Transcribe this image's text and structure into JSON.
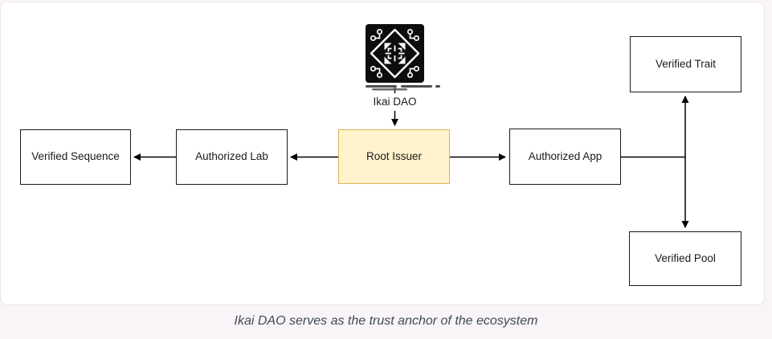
{
  "page": {
    "background_color": "#f9f4f8",
    "card_border_color": "#f0e1eb",
    "card_background": "#ffffff"
  },
  "caption": "Ikai DAO serves as the trust anchor of the ecosystem",
  "diagram": {
    "anchor": {
      "label": "Ikai DAO",
      "icon": "blockchain-circuit-icon",
      "icon_background": "#0d0d0d"
    },
    "nodes": {
      "root_issuer": {
        "label": "Root Issuer",
        "fill": "#fff2cc",
        "border": "#d6b656"
      },
      "authorized_lab": {
        "label": "Authorized Lab",
        "fill": "#ffffff",
        "border": "#1a1a1a"
      },
      "verified_sequence": {
        "label": "Verified Sequence",
        "fill": "#ffffff",
        "border": "#1a1a1a"
      },
      "authorized_app": {
        "label": "Authorized App",
        "fill": "#ffffff",
        "border": "#1a1a1a"
      },
      "verified_trait": {
        "label": "Verified Trait",
        "fill": "#ffffff",
        "border": "#1a1a1a"
      },
      "verified_pool": {
        "label": "Verified Pool",
        "fill": "#ffffff",
        "border": "#1a1a1a"
      }
    },
    "edges": [
      {
        "from": "Ikai DAO",
        "to": "Root Issuer"
      },
      {
        "from": "Root Issuer",
        "to": "Authorized Lab"
      },
      {
        "from": "Authorized Lab",
        "to": "Verified Sequence"
      },
      {
        "from": "Root Issuer",
        "to": "Authorized App"
      },
      {
        "from": "Authorized App",
        "to": "Verified Trait"
      },
      {
        "from": "Authorized App",
        "to": "Verified Pool"
      }
    ],
    "arrow_color": "#000000"
  }
}
